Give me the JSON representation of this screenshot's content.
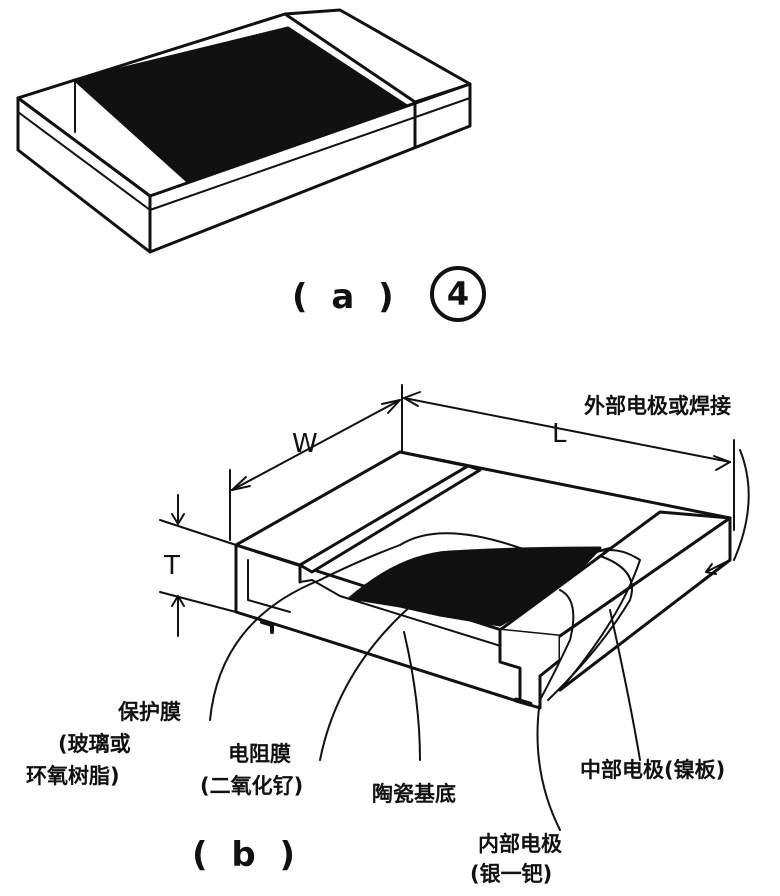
{
  "figure_a": {
    "caption": "( a )",
    "number": "4"
  },
  "figure_b": {
    "caption": "( b )",
    "dim_w": "W",
    "dim_l": "L",
    "dim_t": "T",
    "labels": {
      "external_electrode": "外部电极或焊接",
      "protective_film_1": "保护膜",
      "protective_film_2": "(玻璃或",
      "protective_film_3": "环氧树脂)",
      "resistive_film_1": "电阻膜",
      "resistive_film_2": "(二氧化钌)",
      "ceramic_substrate": "陶瓷基底",
      "inner_electrode_1": "内部电极",
      "inner_electrode_2": "(银一钯)",
      "middle_electrode": "中部电极(镍板)"
    }
  },
  "colors": {
    "ink": "#111111",
    "paper": "#ffffff"
  }
}
